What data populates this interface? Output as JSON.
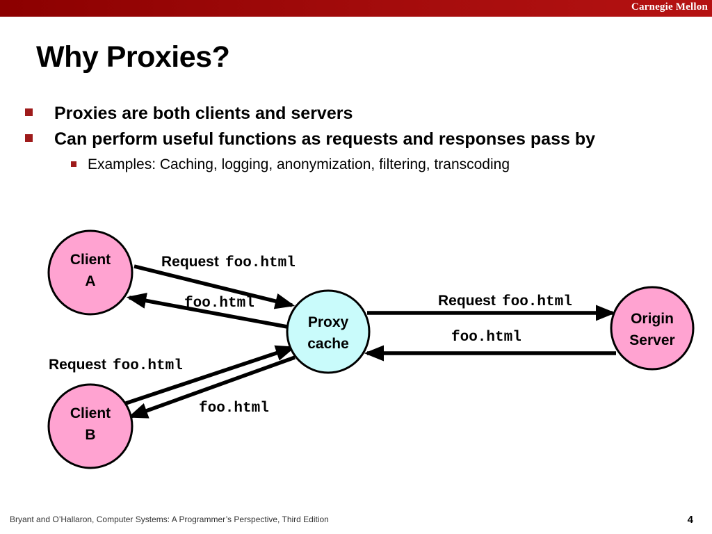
{
  "brand": {
    "name": "Carnegie Mellon",
    "bar_color": "#9e0b0b"
  },
  "slide": {
    "title": "Why Proxies?",
    "page_number": "4",
    "footer": "Bryant and O’Hallaron, Computer Systems: A Programmer’s Perspective, Third Edition"
  },
  "bullets": [
    {
      "level": 1,
      "text": "Proxies are both clients and servers"
    },
    {
      "level": 1,
      "text": "Can perform useful functions as requests and responses pass by"
    },
    {
      "level": 2,
      "text": "Examples: Caching, logging, anonymization, filtering, transcoding"
    }
  ],
  "diagram": {
    "nodes": [
      {
        "id": "client-a",
        "line1": "Client",
        "line2": "A",
        "fill": "#ffa3d1",
        "stroke": "#000000"
      },
      {
        "id": "client-b",
        "line1": "Client",
        "line2": "B",
        "fill": "#ffa3d1",
        "stroke": "#000000"
      },
      {
        "id": "proxy-cache",
        "line1": "Proxy",
        "line2": "cache",
        "fill": "#c9fbfb",
        "stroke": "#000000"
      },
      {
        "id": "origin-server",
        "line1": "Origin",
        "line2": "Server",
        "fill": "#ffa3d1",
        "stroke": "#000000"
      }
    ],
    "edges": [
      {
        "id": "a-to-proxy",
        "prefix": "Request ",
        "file": "foo.html",
        "from": "client-a",
        "to": "proxy-cache"
      },
      {
        "id": "proxy-to-a",
        "prefix": "",
        "file": "foo.html",
        "from": "proxy-cache",
        "to": "client-a"
      },
      {
        "id": "proxy-to-origin",
        "prefix": "Request ",
        "file": "foo.html",
        "from": "proxy-cache",
        "to": "origin-server"
      },
      {
        "id": "origin-to-proxy",
        "prefix": "",
        "file": "foo.html",
        "from": "origin-server",
        "to": "proxy-cache"
      },
      {
        "id": "b-to-proxy",
        "prefix": "Request ",
        "file": "foo.html",
        "from": "client-b",
        "to": "proxy-cache"
      },
      {
        "id": "proxy-to-b",
        "prefix": "",
        "file": "foo.html",
        "from": "proxy-cache",
        "to": "client-b"
      }
    ]
  }
}
